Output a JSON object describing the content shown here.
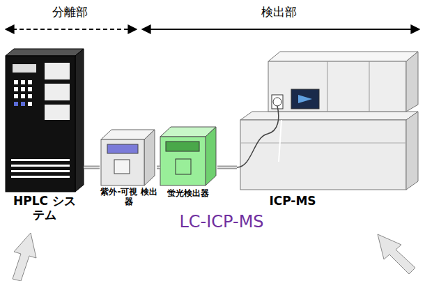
{
  "diagram": {
    "nodes": [
      {
        "text": [
          "HPLC システム"
        ]
      },
      {
        "text": [
          "紫外-可視 検出器"
        ]
      },
      {
        "text": [
          "蛍光検出器"
        ]
      },
      {
        "text": [
          "ICP-MS"
        ]
      }
    ],
    "edges": [
      {
        "from": 0,
        "to": 1,
        "arrow": "none"
      },
      {
        "from": 1,
        "to": 2,
        "arrow": "none"
      },
      {
        "from": 2,
        "to": 3,
        "arrow": "none"
      }
    ],
    "labels": [
      "分離部",
      "検出部",
      "LC-ICP-MS"
    ]
  }
}
